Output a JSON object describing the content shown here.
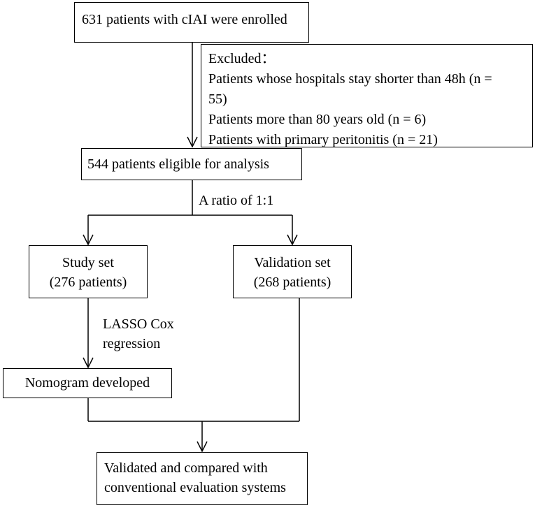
{
  "flowchart": {
    "enrolled": "631 patients with cIAI were enrolled",
    "excluded": {
      "heading": "Excluded：",
      "line1": "Patients whose hospitals stay shorter than 48h (n =",
      "line2": "55)",
      "line3": "Patients more than 80 years old (n = 6)",
      "line4": "Patients with primary peritonitis (n = 21)"
    },
    "eligible": "544 patients eligible for analysis",
    "ratio_label": "A ratio of 1:1",
    "study_set": {
      "line1": "Study set",
      "line2": "(276 patients)"
    },
    "validation_set": {
      "line1": "Validation set",
      "line2": "(268 patients)"
    },
    "lasso_label": {
      "line1": "LASSO Cox",
      "line2": "regression"
    },
    "nomogram": "Nomogram developed",
    "final": {
      "line1": "Validated and compared with",
      "line2": "conventional evaluation systems"
    }
  }
}
